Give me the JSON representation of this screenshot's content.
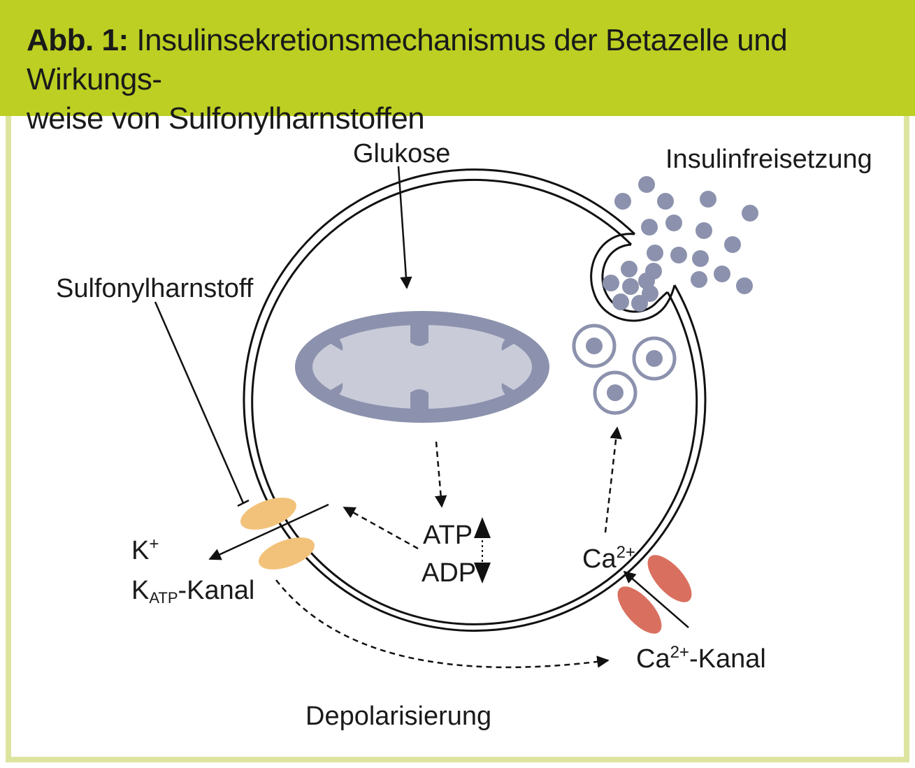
{
  "header": {
    "prefix": "Abb. 1:",
    "title": "Insulinsekretionsmechanismus der Betazelle und Wirkungs-",
    "title_line2": "weise von Sulfonylharnstoffen"
  },
  "labels": {
    "glukose": "Glukose",
    "insulin_release": "Insulinfreisetzung",
    "sulfonylurea": "Sulfonylharnstoff",
    "k_ion": "K",
    "k_charge": "+",
    "katp_k": "K",
    "katp_sub": "ATP",
    "katp_rest": "-Kanal",
    "atp": "ATP",
    "adp": "ADP",
    "ca": "Ca",
    "ca_charge": "2+",
    "ca_channel_ca": "Ca",
    "ca_channel_charge": "2+",
    "ca_channel_rest": "-Kanal",
    "depolarization": "Depolarisierung"
  },
  "colors": {
    "header_bg": "#bccf22",
    "frame": "#dde4a0",
    "mitochondrion": "#8c92ad",
    "mito_inner": "#c9cbd9",
    "granule": "#8c92ad",
    "katp_channel": "#f2c27a",
    "ca_channel": "#d9705f"
  }
}
